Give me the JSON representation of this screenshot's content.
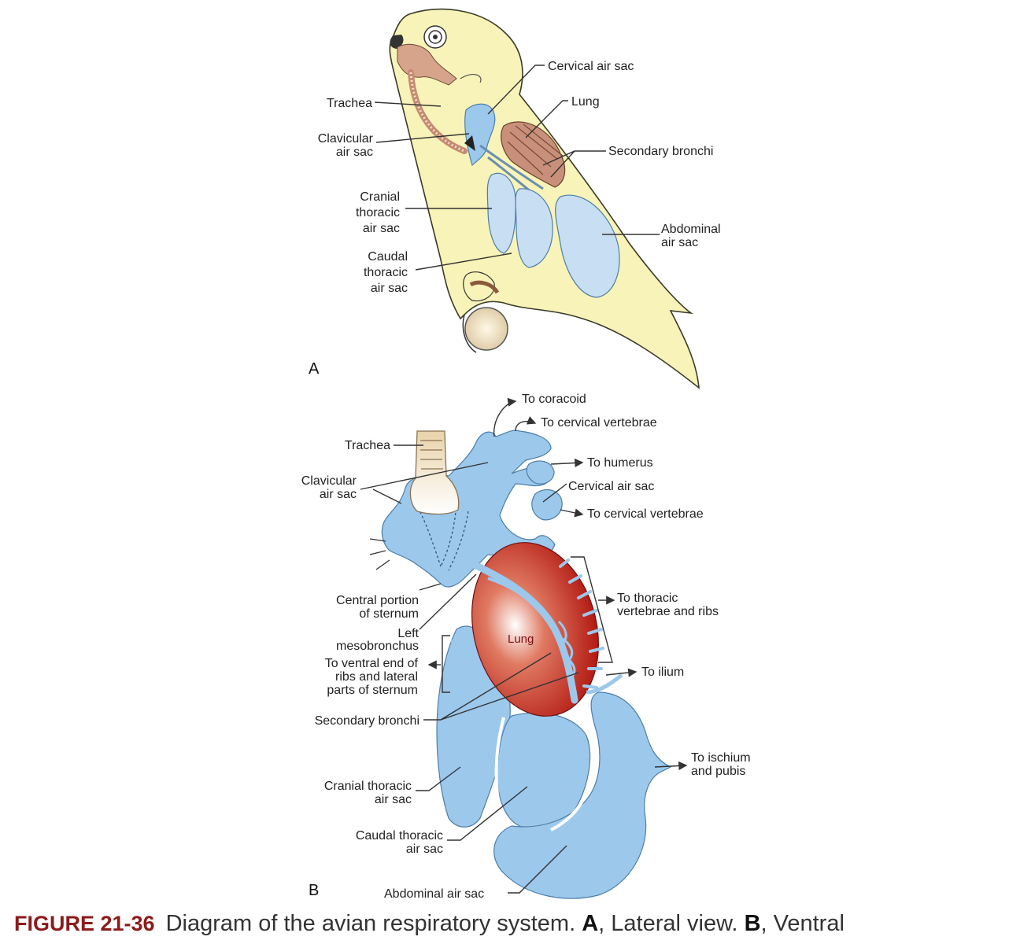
{
  "panel_a": {
    "letter": "A",
    "labels": {
      "cervical_air_sac": "Cervical air sac",
      "trachea": "Trachea",
      "lung": "Lung",
      "clavicular_1": "Clavicular",
      "clavicular_2": "air sac",
      "secondary_bronchi": "Secondary bronchi",
      "cranial_1": "Cranial",
      "cranial_2": "thoracic",
      "cranial_3": "air sac",
      "abdominal_1": "Abdominal",
      "abdominal_2": "air sac",
      "caudal_1": "Caudal",
      "caudal_2": "thoracic",
      "caudal_3": "air sac"
    }
  },
  "panel_b": {
    "letter": "B",
    "labels": {
      "to_coracoid": "To coracoid",
      "to_cervical_vertebrae_1": "To cervical vertebrae",
      "trachea": "Trachea",
      "to_humerus": "To humerus",
      "clavicular_1": "Clavicular",
      "clavicular_2": "air sac",
      "cervical_air_sac": "Cervical air sac",
      "to_cervical_vertebrae_2": "To cervical vertebrae",
      "central_1": "Central portion",
      "central_2": "of sternum",
      "to_thoracic_1": "To thoracic",
      "to_thoracic_2": "vertebrae and ribs",
      "left_meso_1": "Left",
      "left_meso_2": "mesobronchus",
      "lung": "Lung",
      "to_ventral_1": "To ventral end of",
      "to_ventral_2": "ribs and lateral",
      "to_ventral_3": "parts of sternum",
      "to_ilium": "To ilium",
      "secondary_bronchi": "Secondary bronchi",
      "to_ischium_1": "To ischium",
      "to_ischium_2": "and pubis",
      "cranial_thoracic_1": "Cranial thoracic",
      "cranial_thoracic_2": "air sac",
      "caudal_thoracic_1": "Caudal thoracic",
      "caudal_thoracic_2": "air sac",
      "abdominal_air_sac": "Abdominal air sac"
    }
  },
  "caption": {
    "figure_number": "FIGURE 21-36",
    "text_1": "Diagram of the avian respiratory system.",
    "a_letter": "A",
    "text_2": ", Lateral view.",
    "b_letter": "B",
    "text_3": ", Ventral"
  },
  "colors": {
    "bird_body": "#f8f3b8",
    "air_sac": "#9cc8ec",
    "lung_red": "#b31b14",
    "bronchi_brown": "#c8907a",
    "trachea_tan": "#e6cfa4"
  }
}
